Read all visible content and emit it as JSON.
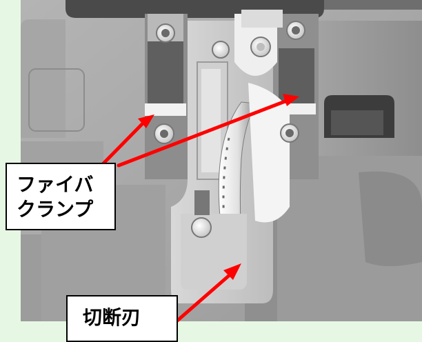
{
  "labels": {
    "fiber_clamp_line1": "ファイバ",
    "fiber_clamp_line2": "クランプ",
    "cleaver_blade": "切断刃"
  },
  "colors": {
    "background": "#e6f8e3",
    "machine_body": "#a9a9a9",
    "arrow": "#ff0000",
    "label_border": "#000000"
  }
}
